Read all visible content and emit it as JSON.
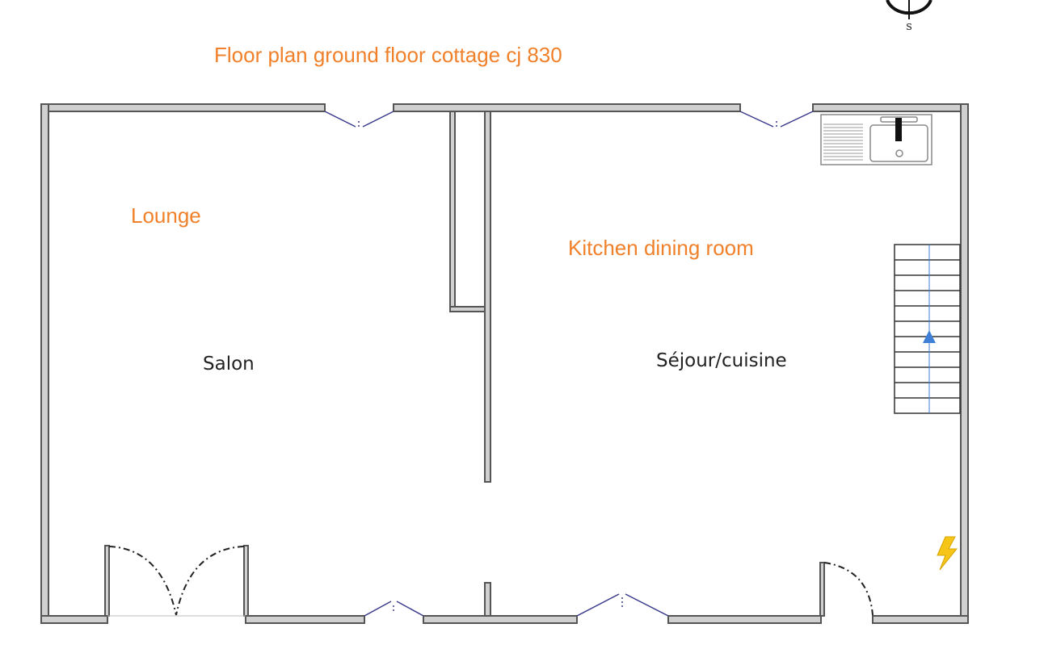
{
  "title": "Floor plan ground floor cottage  cj 830",
  "rooms": [
    {
      "english": "Lounge",
      "french": "Salon"
    },
    {
      "english": "Kitchen dining room",
      "french": "Séjour/cuisine"
    }
  ],
  "compass": {
    "label": "S"
  },
  "colors": {
    "label": "#f0802a",
    "wall_fill": "#d0d0d0",
    "wall_stroke": "#555555",
    "window": "#3a3a8c",
    "stair_arrow": "#3f7fd6",
    "electric": "#f5c518"
  }
}
